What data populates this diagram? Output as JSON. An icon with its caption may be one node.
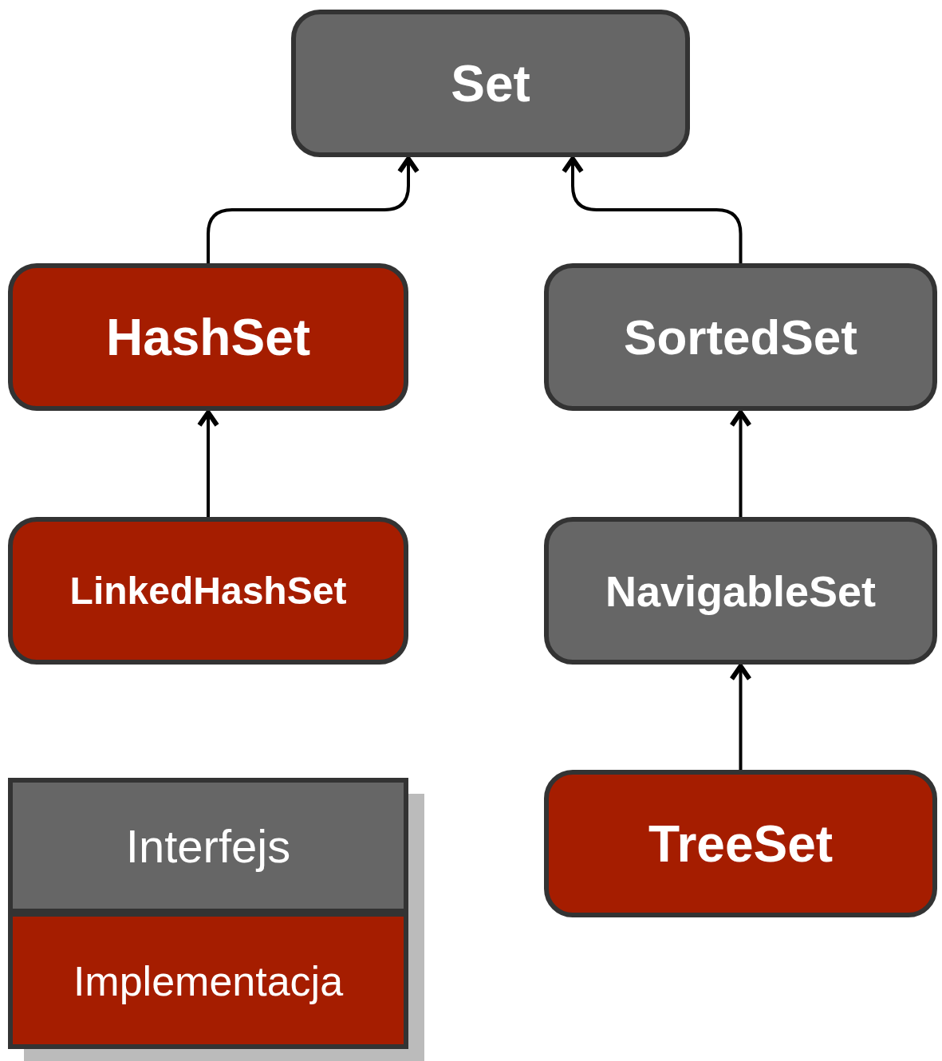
{
  "diagram": {
    "nodes": [
      {
        "text": [
          "Set"
        ]
      },
      {
        "text": [
          "HashSet"
        ]
      },
      {
        "text": [
          "SortedSet"
        ]
      },
      {
        "text": [
          "LinkedHashSet"
        ]
      },
      {
        "text": [
          "NavigableSet"
        ]
      },
      {
        "text": [
          "TreeSet"
        ]
      }
    ],
    "edges": [
      {
        "from": 1,
        "to": 0,
        "arrow": "to"
      },
      {
        "from": 2,
        "to": 0,
        "arrow": "to"
      },
      {
        "from": 3,
        "to": 1,
        "arrow": "to"
      },
      {
        "from": 4,
        "to": 2,
        "arrow": "to"
      },
      {
        "from": 5,
        "to": 4,
        "arrow": "to"
      }
    ],
    "legend": [
      {
        "text": "Interfejs",
        "color": "#666666"
      },
      {
        "text": "Implementacja",
        "color": "#a51d00"
      }
    ]
  }
}
